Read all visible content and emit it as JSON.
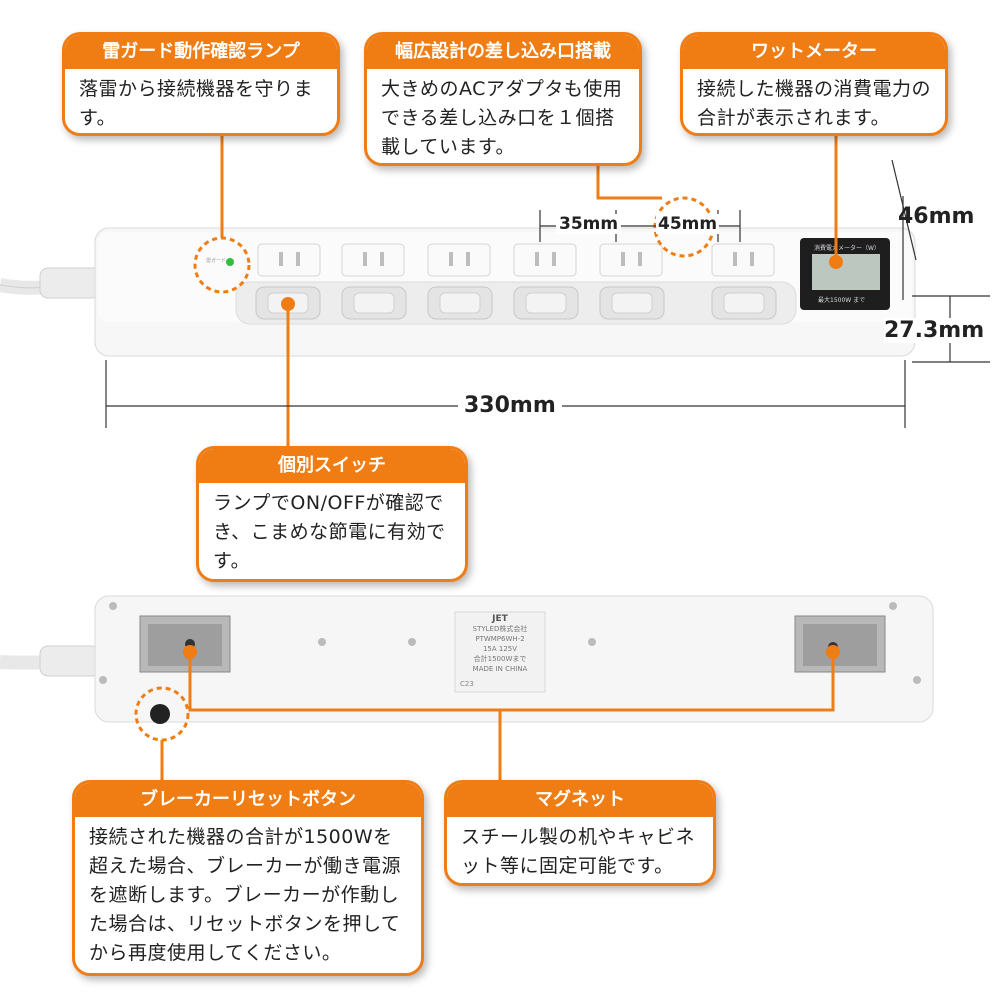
{
  "callouts": {
    "lamp": {
      "title": "雷ガード動作確認ランプ",
      "body": "落雷から接続機器を守ります。"
    },
    "outlet": {
      "title": "幅広設計の差し込み口搭載",
      "body": "大きめのACアダプタも使用できる差し込み口を１個搭載しています。"
    },
    "meter": {
      "title": "ワットメーター",
      "body": "接続した機器の消費電力の合計が表示されます。"
    },
    "switch": {
      "title": "個別スイッチ",
      "body": "ランプでON/OFFが確認でき、こまめな節電に有効です。"
    },
    "breaker": {
      "title": "ブレーカーリセットボタン",
      "body": "接続された機器の合計が1500Wを超えた場合、ブレーカーが働き電源を遮断します。ブレーカーが作動した場合は、リセットボタンを押してから再度使用してください。"
    },
    "magnet": {
      "title": "マグネット",
      "body": "スチール製の机やキャビネット等に固定可能です。"
    }
  },
  "dimensions": {
    "spacing_small": "35mm",
    "spacing_wide": "45mm",
    "height": "46mm",
    "depth": "27.3mm",
    "length": "330mm"
  },
  "product_label": {
    "logo": "JET",
    "maker": "STYLED株式会社",
    "model": "PTWMP6WH-2",
    "rating": "15A 125V",
    "total": "合計1500Wまで",
    "origin": "MADE IN CHINA",
    "code": "C23"
  },
  "meter_display": {
    "label": "消費電力メーター（W）",
    "max": "最大1500W まで"
  },
  "colors": {
    "accent": "#f07d14",
    "body": "#f4f4f4"
  }
}
